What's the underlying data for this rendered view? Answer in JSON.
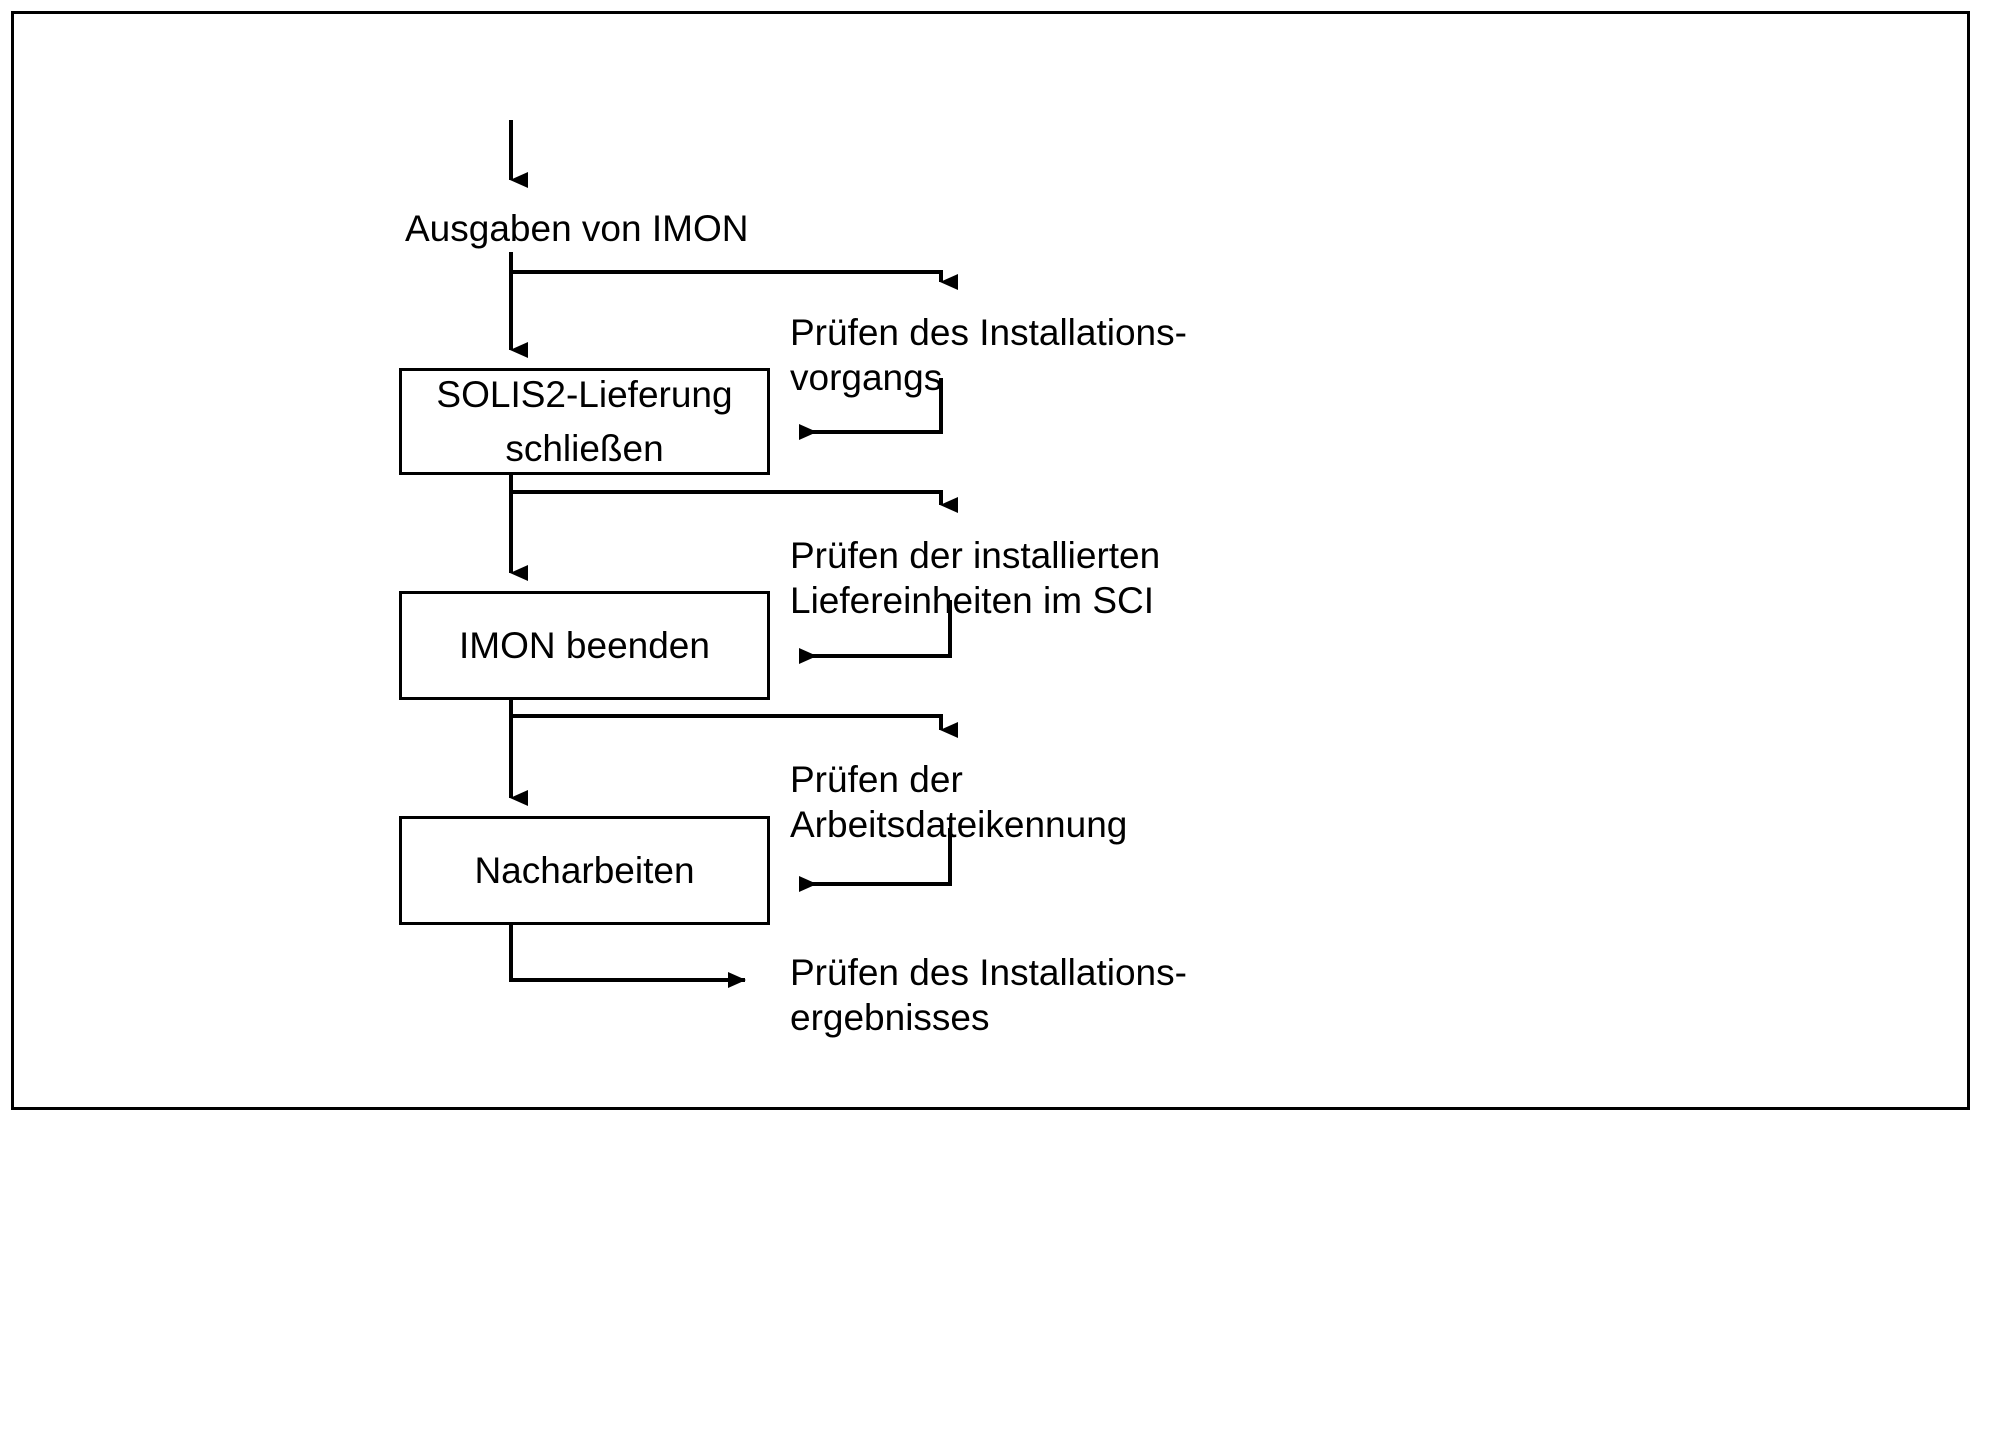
{
  "diagram": {
    "title_text": "Ausgaben von IMON",
    "type": "flowchart",
    "language": "de",
    "colors": {
      "stroke": "#000000",
      "background": "#ffffff",
      "text": "#000000"
    },
    "entry_label": "Ausgaben von IMON",
    "process_boxes": [
      {
        "id": "solis2",
        "line1": "SOLIS2-Lieferung",
        "line2": "schließen"
      },
      {
        "id": "imon_beenden",
        "line1": "IMON beenden",
        "line2": ""
      },
      {
        "id": "nacharbeiten",
        "line1": "Nacharbeiten",
        "line2": ""
      }
    ],
    "side_labels": [
      {
        "id": "pruef_vorgang",
        "line1": "Prüfen des Installations-",
        "line2": "vorgangs"
      },
      {
        "id": "pruef_liefereinheiten",
        "line1": "Prüfen der installierten",
        "line2": "Liefereinheiten im SCI"
      },
      {
        "id": "pruef_arbeitsdatei",
        "line1": "Prüfen der",
        "line2": "Arbeitsdateikennung"
      },
      {
        "id": "pruef_ergebnis",
        "line1": "Prüfen des Installations-",
        "line2": "ergebnisses"
      }
    ]
  }
}
